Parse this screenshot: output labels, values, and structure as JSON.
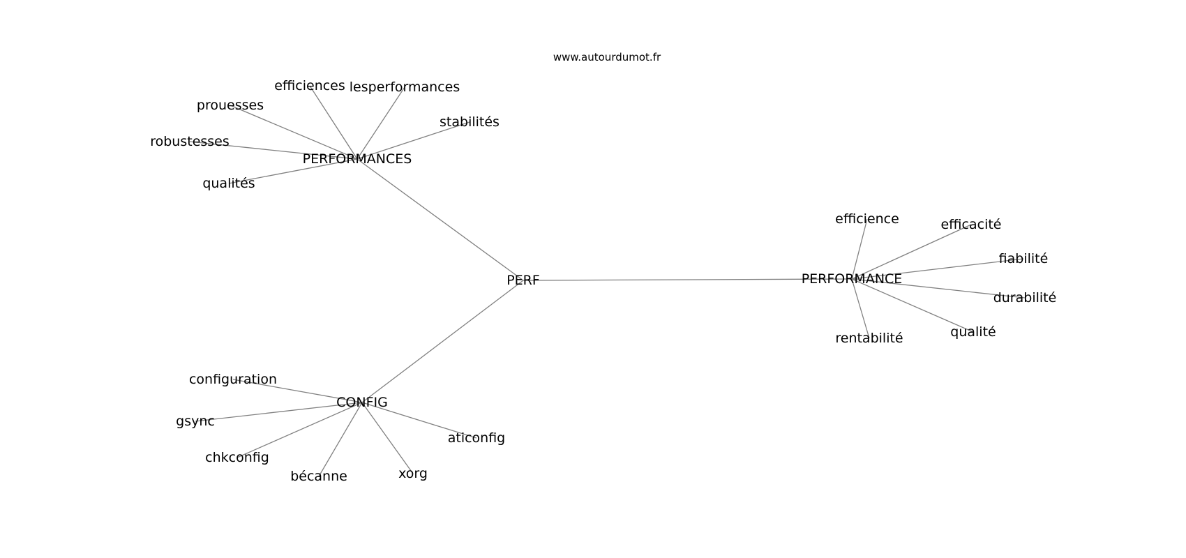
{
  "watermark": "www.autourdumot.fr",
  "graph": {
    "nodes": [
      {
        "id": "perf",
        "label": "PERF"
      },
      {
        "id": "performances",
        "label": "PERFORMANCES"
      },
      {
        "id": "performance",
        "label": "PERFORMANCE"
      },
      {
        "id": "config",
        "label": "CONFIG"
      },
      {
        "id": "efficiences",
        "label": "efficiences"
      },
      {
        "id": "lesperformances",
        "label": "lesperformances"
      },
      {
        "id": "prouesses",
        "label": "prouesses"
      },
      {
        "id": "stabilites",
        "label": "stabilités"
      },
      {
        "id": "robustesses",
        "label": "robustesses"
      },
      {
        "id": "qualites",
        "label": "qualités"
      },
      {
        "id": "efficience",
        "label": "efficience"
      },
      {
        "id": "efficacite",
        "label": "efficacité"
      },
      {
        "id": "fiabilite",
        "label": "fiabilité"
      },
      {
        "id": "durabilite",
        "label": "durabilité"
      },
      {
        "id": "qualite",
        "label": "qualité"
      },
      {
        "id": "rentabilite",
        "label": "rentabilité"
      },
      {
        "id": "configuration",
        "label": "configuration"
      },
      {
        "id": "gsync",
        "label": "gsync"
      },
      {
        "id": "chkconfig",
        "label": "chkconfig"
      },
      {
        "id": "becanne",
        "label": "bécanne"
      },
      {
        "id": "xorg",
        "label": "xorg"
      },
      {
        "id": "aticonfig",
        "label": "aticonfig"
      }
    ],
    "edges": [
      [
        "perf",
        "performances"
      ],
      [
        "perf",
        "performance"
      ],
      [
        "perf",
        "config"
      ],
      [
        "performances",
        "efficiences"
      ],
      [
        "performances",
        "lesperformances"
      ],
      [
        "performances",
        "prouesses"
      ],
      [
        "performances",
        "stabilites"
      ],
      [
        "performances",
        "robustesses"
      ],
      [
        "performances",
        "qualites"
      ],
      [
        "performance",
        "efficience"
      ],
      [
        "performance",
        "efficacite"
      ],
      [
        "performance",
        "fiabilite"
      ],
      [
        "performance",
        "durabilite"
      ],
      [
        "performance",
        "qualite"
      ],
      [
        "performance",
        "rentabilite"
      ],
      [
        "config",
        "configuration"
      ],
      [
        "config",
        "gsync"
      ],
      [
        "config",
        "chkconfig"
      ],
      [
        "config",
        "becanne"
      ],
      [
        "config",
        "xorg"
      ],
      [
        "config",
        "aticonfig"
      ]
    ]
  }
}
